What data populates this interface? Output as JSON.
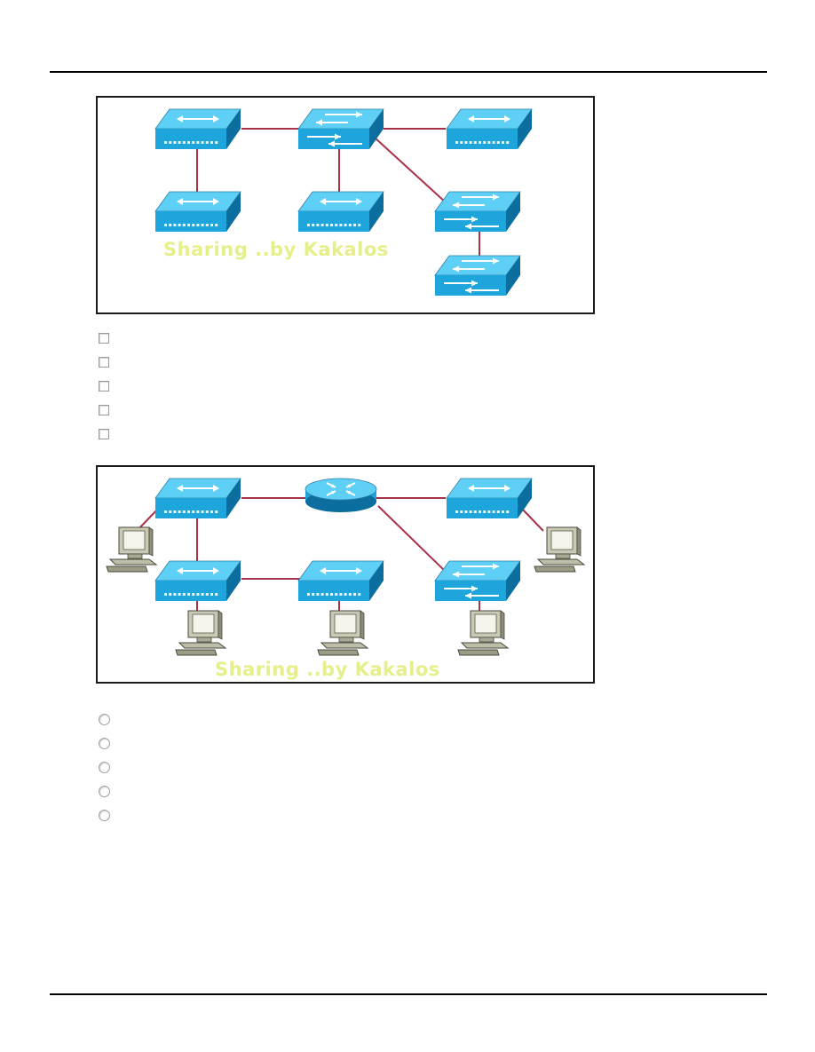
{
  "figures": [
    {
      "watermark": "Sharing ..by Kakalos",
      "devices": [
        {
          "type": "switch",
          "icon": "switch-icon"
        },
        {
          "type": "multilayer-switch",
          "icon": "multilayer-switch-icon"
        },
        {
          "type": "switch",
          "icon": "switch-icon"
        },
        {
          "type": "switch",
          "icon": "switch-icon"
        },
        {
          "type": "switch",
          "icon": "switch-icon"
        },
        {
          "type": "multilayer-switch",
          "icon": "multilayer-switch-icon"
        },
        {
          "type": "multilayer-switch",
          "icon": "multilayer-switch-icon"
        }
      ]
    },
    {
      "watermark": "Sharing ..by Kakalos",
      "devices": [
        {
          "type": "switch",
          "icon": "switch-icon"
        },
        {
          "type": "router",
          "icon": "router-icon"
        },
        {
          "type": "switch",
          "icon": "switch-icon"
        },
        {
          "type": "switch",
          "icon": "switch-icon"
        },
        {
          "type": "switch",
          "icon": "switch-icon"
        },
        {
          "type": "multilayer-switch",
          "icon": "multilayer-switch-icon"
        },
        {
          "type": "workstation",
          "icon": "workstation-icon"
        },
        {
          "type": "workstation",
          "icon": "workstation-icon"
        },
        {
          "type": "workstation",
          "icon": "workstation-icon"
        },
        {
          "type": "workstation",
          "icon": "workstation-icon"
        },
        {
          "type": "workstation",
          "icon": "workstation-icon"
        }
      ]
    }
  ],
  "checkbox_options": [
    {
      "checked": false
    },
    {
      "checked": false
    },
    {
      "checked": false
    },
    {
      "checked": false
    },
    {
      "checked": false
    }
  ],
  "radio_options": [
    {
      "selected": false
    },
    {
      "selected": false
    },
    {
      "selected": false
    },
    {
      "selected": false
    },
    {
      "selected": false
    }
  ],
  "colors": {
    "device_top": "#5fd0f5",
    "device_front": "#1ea6dc",
    "device_side": "#0b6e9e",
    "link": "#a8324a",
    "watermark": "#e6ef8a"
  }
}
